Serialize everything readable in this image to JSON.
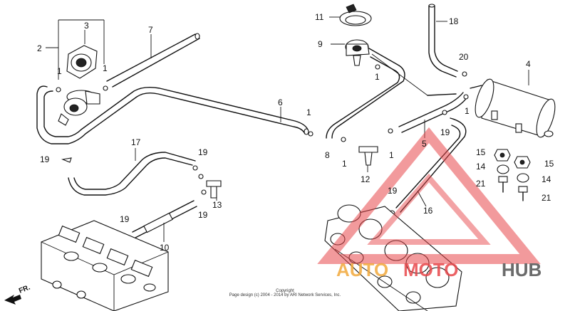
{
  "diagram": {
    "callouts": {
      "c1a": "1",
      "c1b": "1",
      "c1c": "1",
      "c1d": "1",
      "c1e": "1",
      "c1f": "1",
      "c1g": "1",
      "c2": "2",
      "c3": "3",
      "c4": "4",
      "c5": "5",
      "c6": "6",
      "c7": "7",
      "c8": "8",
      "c9": "9",
      "c10": "10",
      "c11": "11",
      "c12": "12",
      "c13": "13",
      "c14a": "14",
      "c14b": "14",
      "c15a": "15",
      "c15b": "15",
      "c16": "16",
      "c17": "17",
      "c18": "18",
      "c19a": "19",
      "c19b": "19",
      "c19c": "19",
      "c19d": "19",
      "c19e": "19",
      "c19f": "19",
      "c20": "20",
      "c21a": "21",
      "c21b": "21"
    },
    "direction_label": "FR.",
    "copyright_line1": "Copyright",
    "copyright_line2": "Page design (c) 2004 - 2014 by ARI Network Services, Inc."
  },
  "watermark": {
    "text_auto": "AUTO",
    "text_moto": "MOTO",
    "text_hub": "HUB",
    "accent_color": "#e8474b",
    "hub_color": "#6b6b6b"
  }
}
